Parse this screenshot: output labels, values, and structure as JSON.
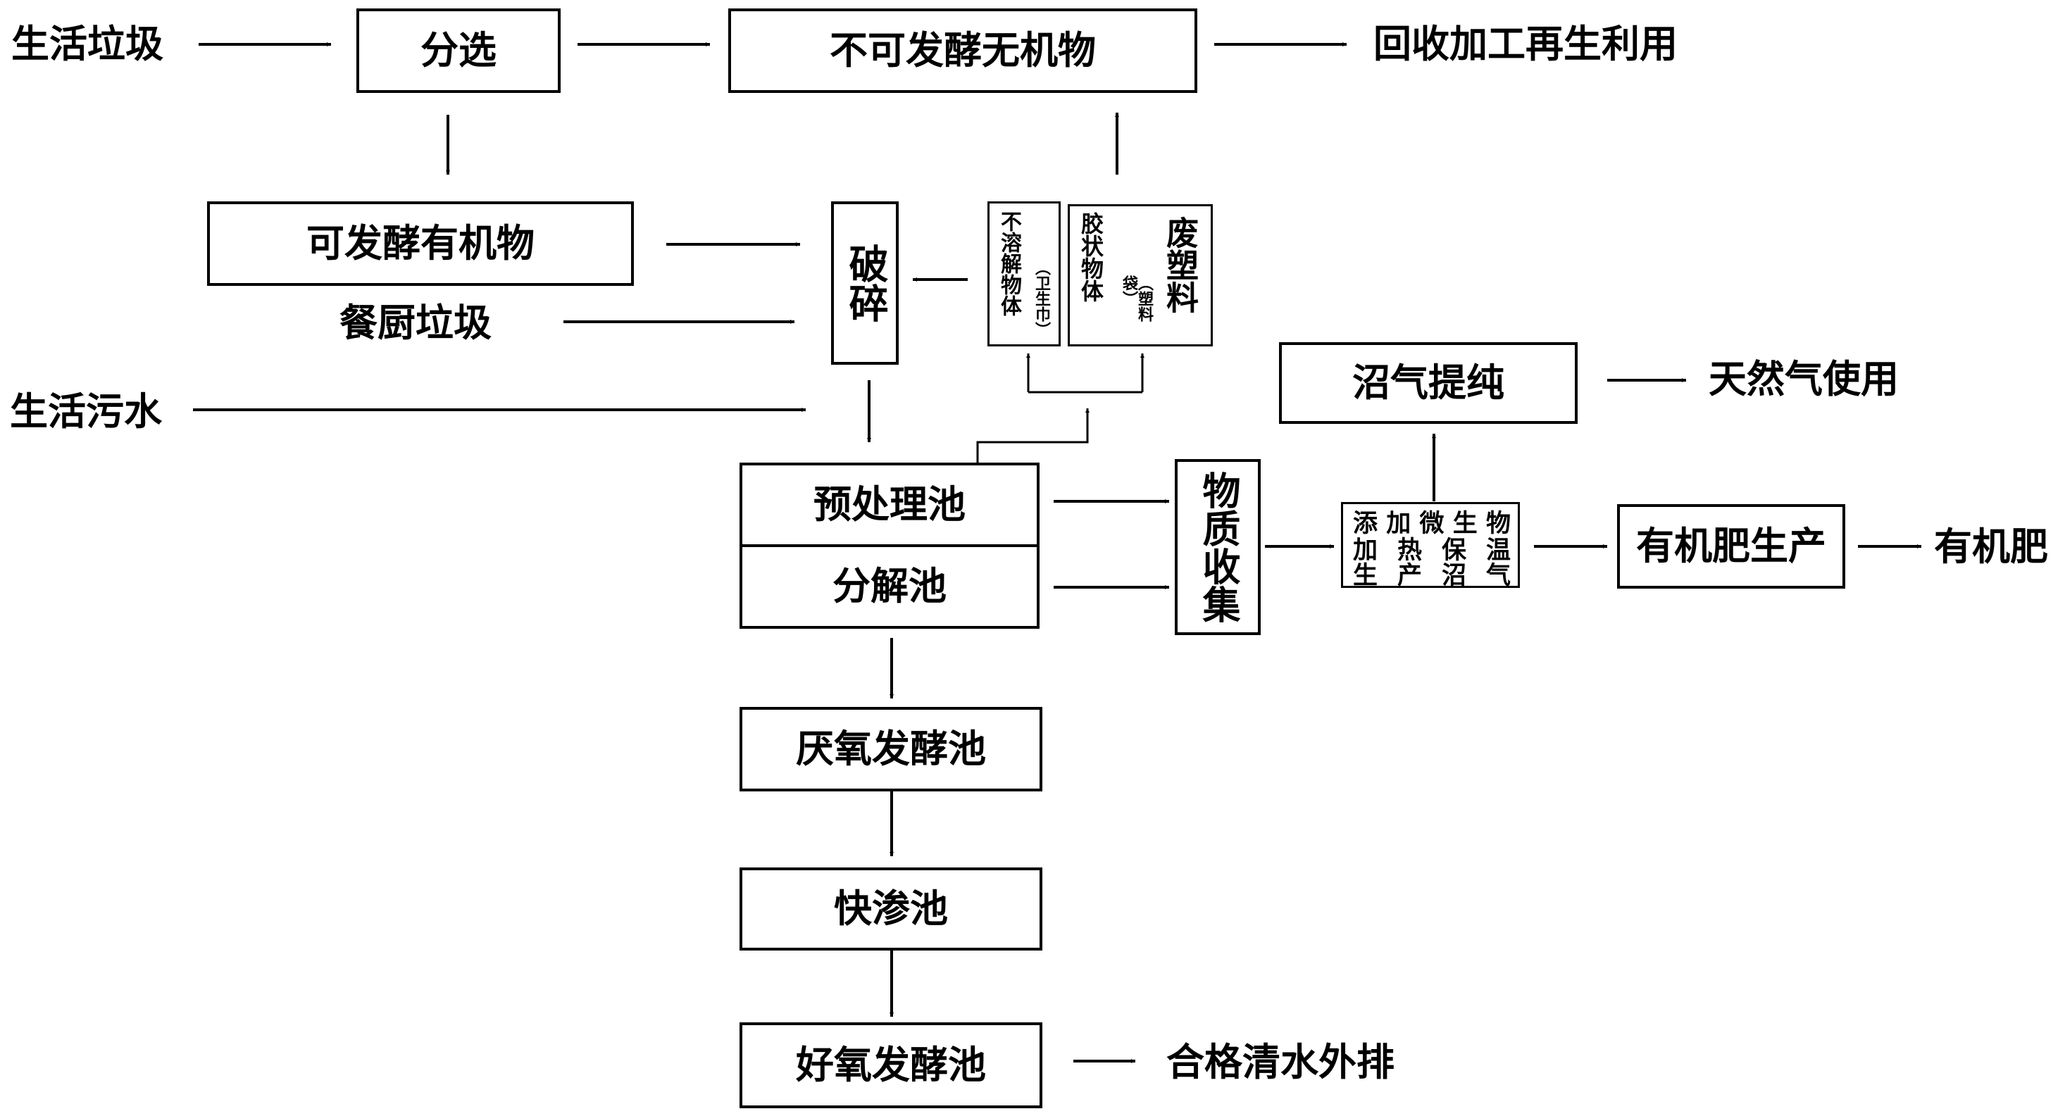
{
  "inputs": {
    "domestic_waste": "生活垃圾",
    "kitchen_waste": "餐厨垃圾",
    "domestic_sewage": "生活污水"
  },
  "nodes": {
    "sorting": "分选",
    "non_fermentable": "不可发酵无机物",
    "fermentable": "可发酵有机物",
    "crushing": "破碎",
    "insoluble_matter": "不溶解物体",
    "insoluble_note": "（卫生巾）",
    "colloid_matter": "胶状物体",
    "colloid_note": "（塑料袋）",
    "waste_plastic": "废塑料",
    "pretreatment_tank": "预处理池",
    "decomposition_tank": "分解池",
    "material_collection": "物质收集",
    "biogas_process": [
      "添加微生物",
      "加热保温",
      "生产沼气"
    ],
    "biogas_purification": "沼气提纯",
    "fertilizer_production": "有机肥生产",
    "anaerobic_tank": "厌氧发酵池",
    "fast_infiltration_tank": "快渗池",
    "aerobic_tank": "好氧发酵池"
  },
  "outputs": {
    "recycling": "回收加工再生利用",
    "natural_gas": "天然气使用",
    "organic_fertilizer": "有机肥",
    "clean_water": "合格清水外排"
  }
}
